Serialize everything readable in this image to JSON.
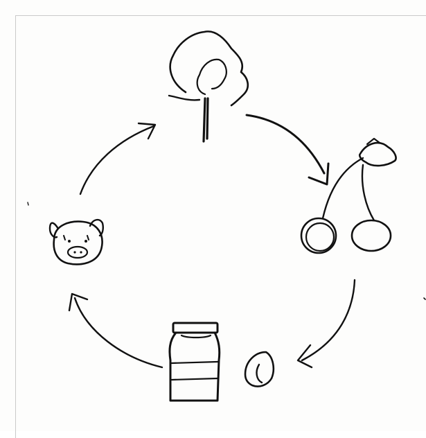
{
  "diagram": {
    "kind": "cycle",
    "nodes": [
      {
        "id": "tree",
        "icon": "tree-icon"
      },
      {
        "id": "cherries",
        "icon": "cherries-icon"
      },
      {
        "id": "seed",
        "icon": "seed-icon"
      },
      {
        "id": "jar",
        "icon": "jar-icon"
      },
      {
        "id": "pig",
        "icon": "pig-icon"
      }
    ],
    "edges": [
      {
        "from": "tree",
        "to": "cherries"
      },
      {
        "from": "cherries",
        "to": "seed"
      },
      {
        "from": "jar",
        "to": "pig"
      },
      {
        "from": "pig",
        "to": "tree"
      }
    ],
    "ink_color": "#111111",
    "paper_color": "#fdfdfc"
  }
}
